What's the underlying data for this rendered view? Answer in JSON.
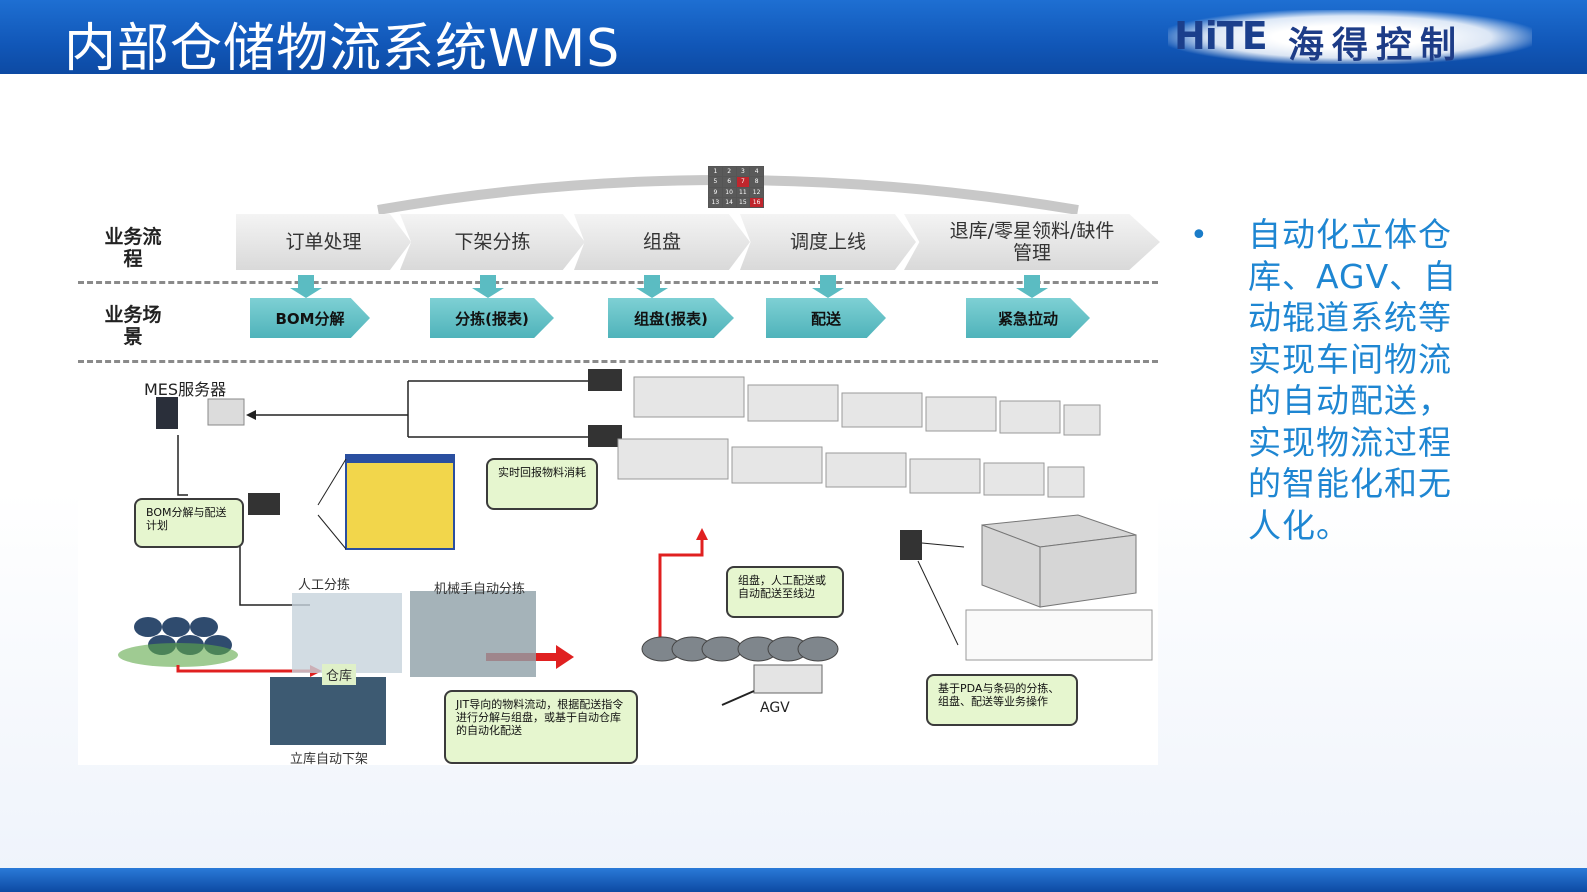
{
  "header": {
    "title": "内部仓储物流系统WMS",
    "logo_en": "HiTE",
    "logo_cn": "海得控制"
  },
  "diagram": {
    "row_labels": {
      "process": "业务流程",
      "scene": "业务场景"
    },
    "process_steps": [
      "订单处理",
      "下架分拣",
      "组盘",
      "调度上线",
      "退库/零星领料/缺件管理"
    ],
    "scenes": [
      "BOM分解",
      "分拣(报表)",
      "组盘(报表)",
      "配送",
      "紧急拉动"
    ],
    "mes_server": "MES服务器",
    "bom_plan": "BOM分解与配送计划",
    "realtime_report": "实时回报物料消耗",
    "manual_pick": "人工分拣",
    "robot_pick": "机械手自动分拣",
    "warehouse": "仓库",
    "auto_store": "立库自动下架",
    "jit_note": "JIT导向的物料流动，根据配送指令进行分解与组盘，或基于自动仓库的自动化配送",
    "combine_note": "组盘，人工配送或自动配送至线边",
    "pda_note": "基于PDA与条码的分拣、组盘、配送等业务操作",
    "agv": "AGV",
    "grid_numbers": [
      "1",
      "2",
      "3",
      "4",
      "5",
      "6",
      "7",
      "8",
      "9",
      "10",
      "11",
      "12",
      "13",
      "14",
      "15",
      "16"
    ],
    "grid_highlight": [
      6,
      15
    ],
    "colors": {
      "chevron": "#d9d9d9",
      "scene": "#5bbcc2",
      "callout": "#e6f6cf",
      "arrow_red": "#e02020"
    }
  },
  "bullet": {
    "text": "自动化立体仓库、AGV、自动辊道系统等实现车间物流的自动配送，实现物流过程的智能化和无人化。"
  }
}
